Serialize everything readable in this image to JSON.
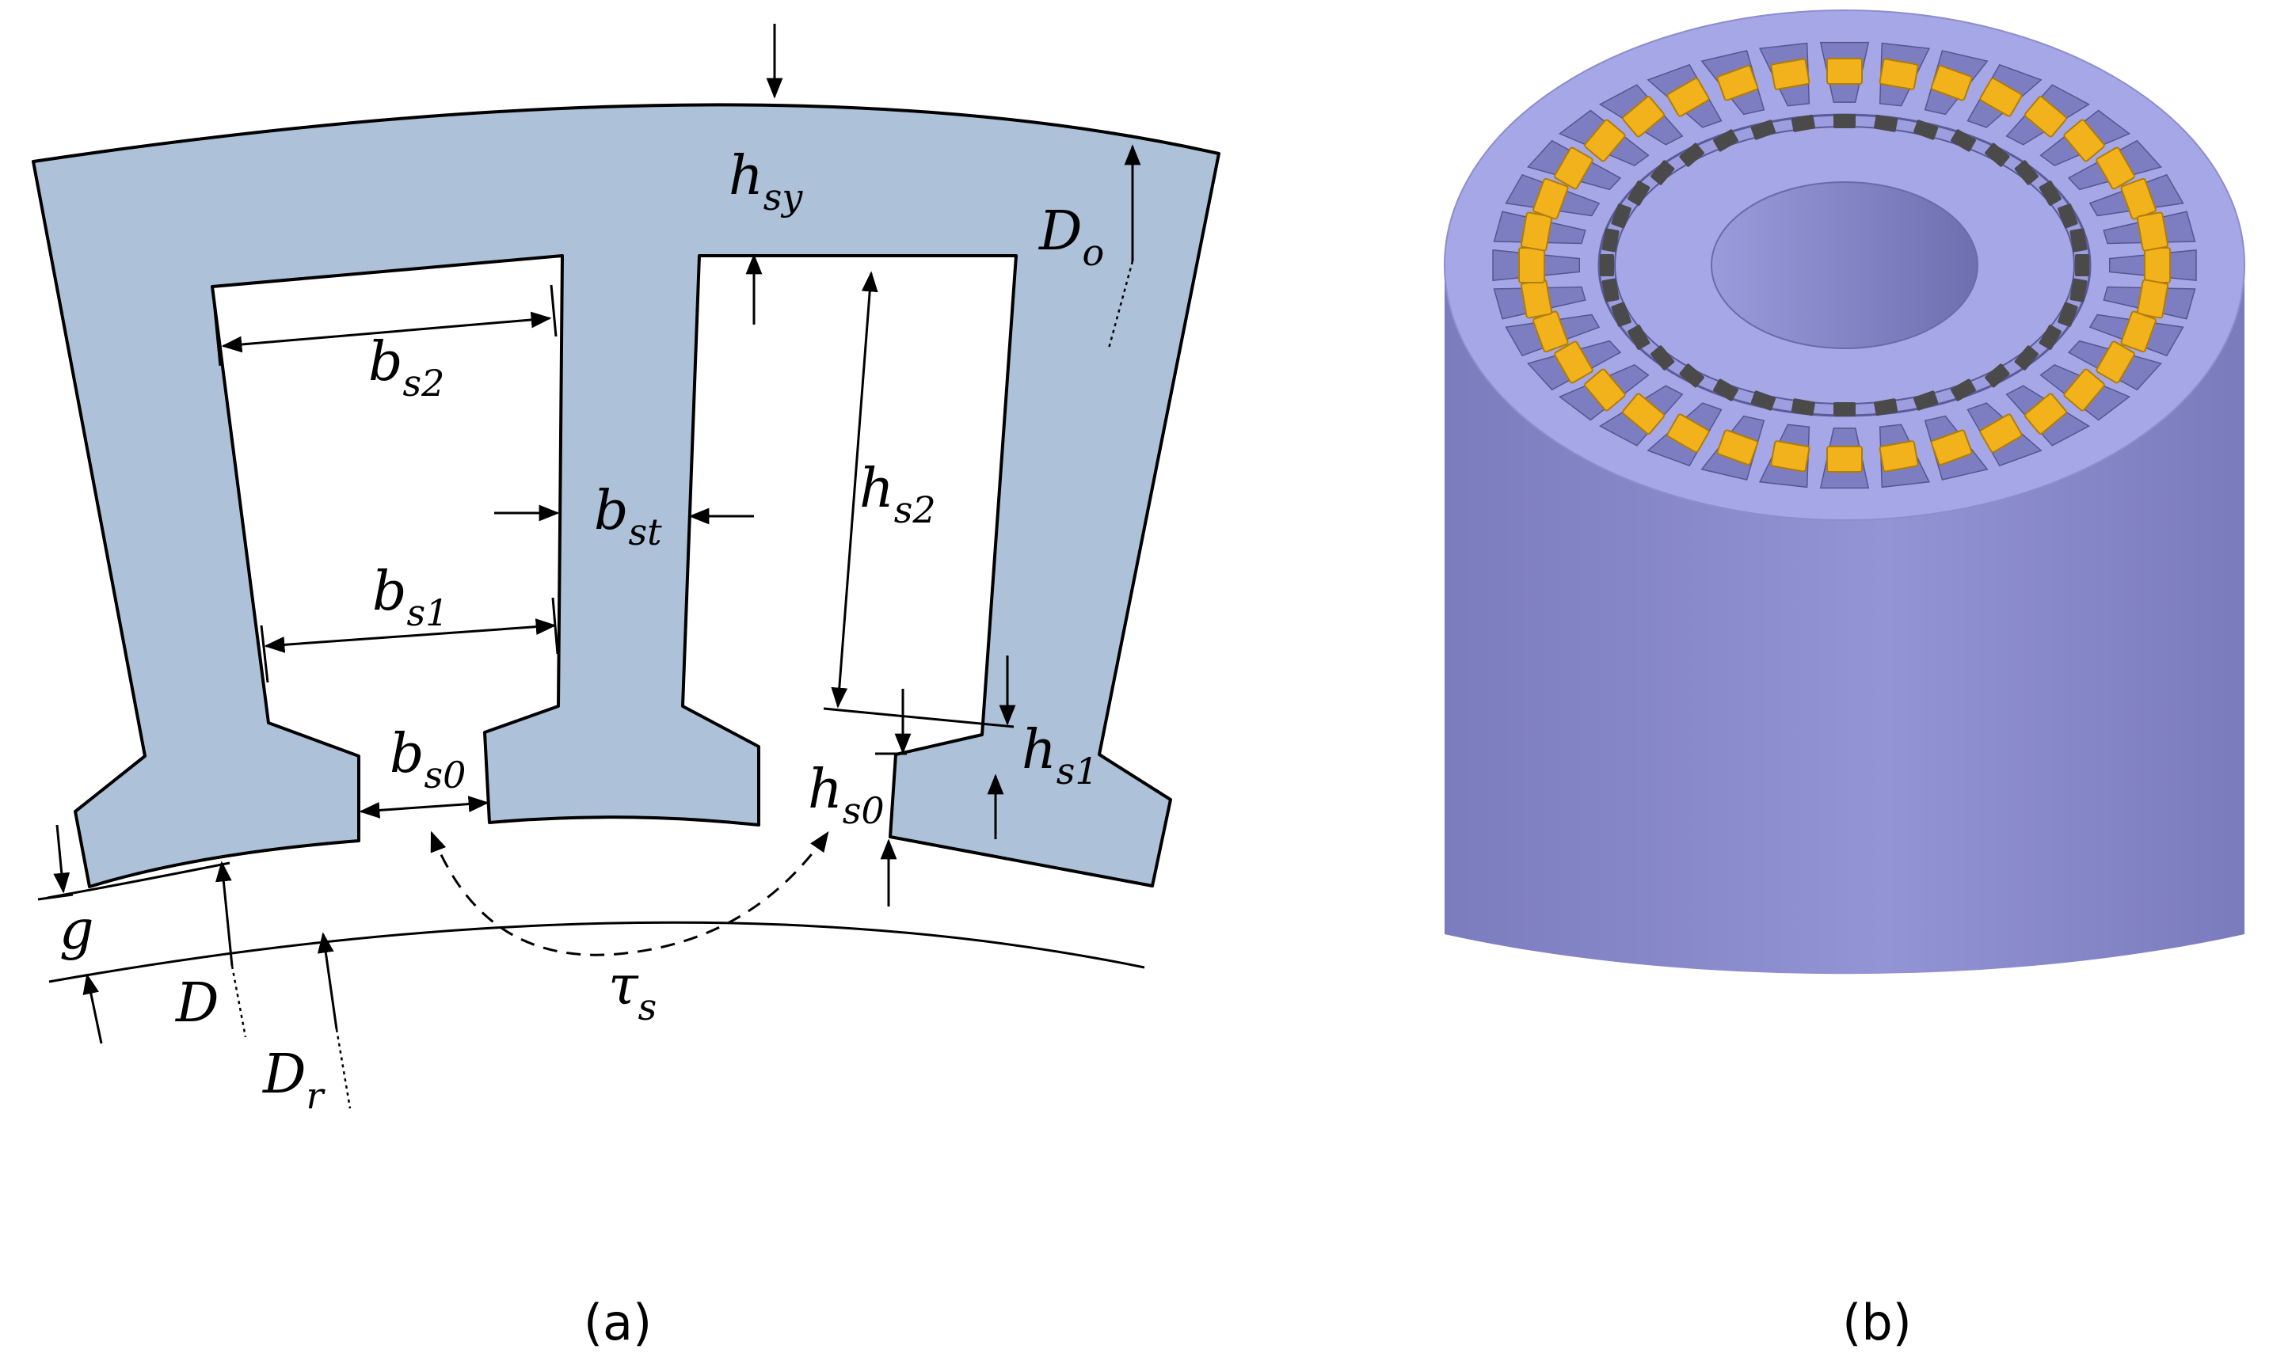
{
  "panel_a": {
    "caption": "(a)",
    "labels": {
      "h_sy": {
        "main": "h",
        "sub": "sy"
      },
      "D_o": {
        "main": "D",
        "sub": "o"
      },
      "b_s2": {
        "main": "b",
        "sub": "s2"
      },
      "b_st": {
        "main": "b",
        "sub": "st"
      },
      "h_s2": {
        "main": "h",
        "sub": "s2"
      },
      "b_s1": {
        "main": "b",
        "sub": "s1"
      },
      "h_s1": {
        "main": "h",
        "sub": "s1"
      },
      "b_s0": {
        "main": "b",
        "sub": "s0"
      },
      "h_s0": {
        "main": "h",
        "sub": "s0"
      },
      "g": {
        "main": "g"
      },
      "D": {
        "main": "D"
      },
      "D_r": {
        "main": "D",
        "sub": "r"
      },
      "tau_s": {
        "main": "τ",
        "sub": "s"
      }
    },
    "colors": {
      "stator": "#adc1d8",
      "outline": "#000000"
    }
  },
  "panel_b": {
    "caption": "(b)",
    "colors": {
      "body": "#8f90cf",
      "top_face": "#a6a7e6",
      "winding": "#f2b21c",
      "magnet": "#4a4a4a"
    },
    "slot_count": 36
  }
}
